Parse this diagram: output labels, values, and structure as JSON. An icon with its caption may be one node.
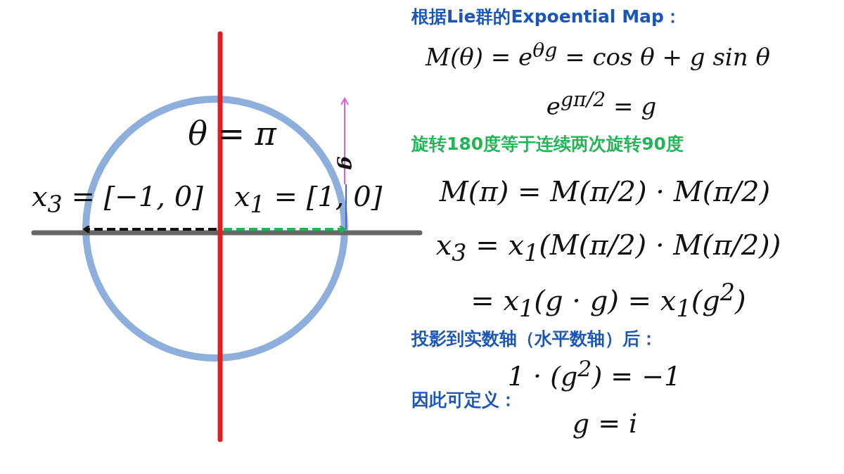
{
  "diagram": {
    "labels": [
      "θ = π",
      "g",
      "x$_{3}$ = [−1, 0]",
      "x$_{1}$ = [1, 0]",
      "根据Lie群的Expoential Map：",
      "M(θ) = e$^{θg}$ = cos θ + g sin θ",
      "e$^{gπ/2}$ = g",
      "旋转180度等于连续两次旋转90度",
      "M(π) = M(π/2) · M(π/2)",
      "x$_{3}$ = x$_{1}$(M(π/2) · M(π/2))",
      "= x$_{1}$(g · g) = x$_{1}$(g$^{2}$)",
      "投影到实数轴（水平数轴）后：",
      "1 · (g$^{2}$) = −1",
      "因此可定义：",
      "g = i"
    ]
  }
}
